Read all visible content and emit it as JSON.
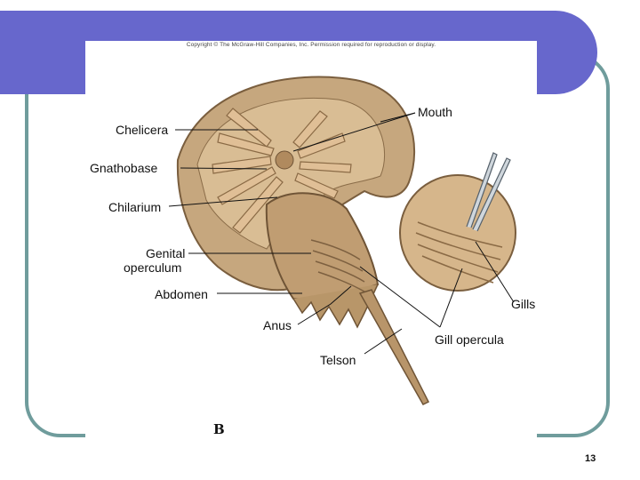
{
  "header": {
    "copyright": "Copyright © The McGraw-Hill Companies, Inc. Permission required for reproduction or display."
  },
  "figure": {
    "letter": "B",
    "labels": {
      "chelicera": "Chelicera",
      "gnathobase": "Gnathobase",
      "chilarium": "Chilarium",
      "genital_operculum_line1": "Genital",
      "genital_operculum_line2": "operculum",
      "abdomen": "Abdomen",
      "anus": "Anus",
      "telson": "Telson",
      "mouth": "Mouth",
      "gills": "Gills",
      "gill_opercula": "Gill opercula"
    }
  },
  "footer": {
    "page_number": "13"
  },
  "colors": {
    "accent_band": "#6767cc",
    "frame": "#6f9c9c",
    "carapace": "#c9ab82",
    "leg": "#e0bf96"
  }
}
